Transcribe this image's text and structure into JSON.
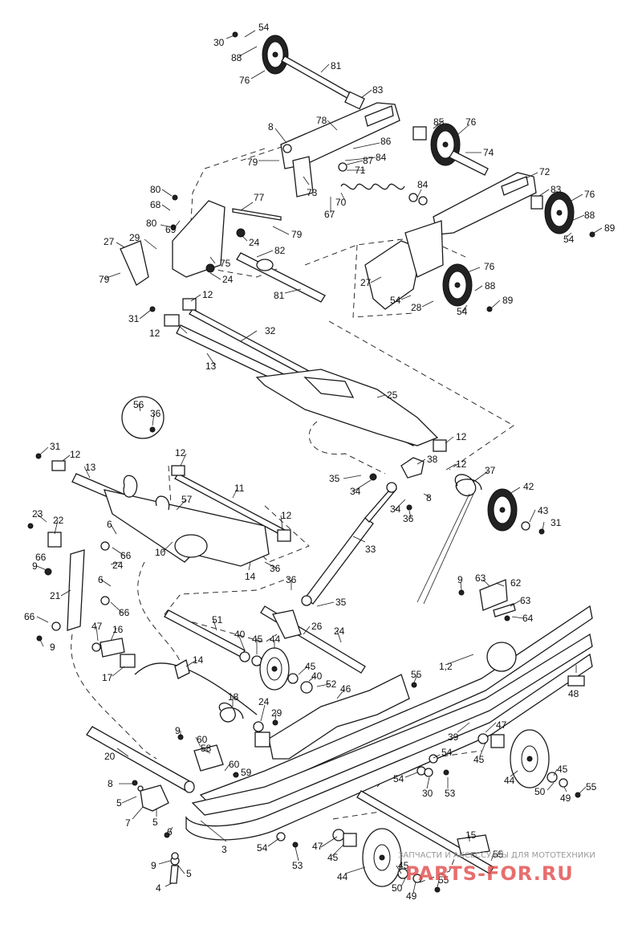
{
  "diagram": {
    "callouts": {
      "c30a": "30",
      "c54a": "54",
      "c88a": "88",
      "c76a": "76",
      "c81a": "81",
      "c83a": "83",
      "c8a": "8",
      "c78": "78",
      "c85": "85",
      "c76b": "76",
      "c86": "86",
      "c84a": "84",
      "c79a": "79",
      "c87": "87",
      "c71": "71",
      "c74": "74",
      "c73": "73",
      "c72": "72",
      "c83b": "83",
      "c76c": "76",
      "c80a": "80",
      "c68": "68",
      "c77": "77",
      "c67": "67",
      "c70": "70",
      "c84b": "84",
      "c69": "69",
      "c80b": "80",
      "c79b": "79",
      "c88b": "88",
      "c89a": "89",
      "c54b": "54",
      "c27a": "27",
      "c29a": "29",
      "c24a": "24",
      "c82": "82",
      "c75": "75",
      "c79c": "79",
      "c24b": "24",
      "c81b": "81",
      "c27b": "27",
      "c76d": "76",
      "c88c": "88",
      "c54c": "54",
      "c28": "28",
      "c89b": "89",
      "c54d": "54",
      "c12a": "12",
      "c31a": "31",
      "c12b": "12",
      "c32": "32",
      "c13a": "13",
      "c25": "25",
      "c56": "56",
      "c36a": "36",
      "c12c": "12",
      "c31b": "31",
      "c12d": "12",
      "c13b": "13",
      "c12e": "12",
      "c11": "11",
      "c38": "38",
      "c12f": "12",
      "c37": "37",
      "c35a": "35",
      "c34a": "34",
      "c8b": "8",
      "c42": "42",
      "c34b": "34",
      "c36b": "36",
      "c57": "57",
      "c12g": "12",
      "c43": "43",
      "c31c": "31",
      "c23": "23",
      "c22": "22",
      "c6a": "6",
      "c66a": "66",
      "c66b": "66",
      "c24c": "24",
      "c9a": "9",
      "c10": "10",
      "c14a": "14",
      "c36c": "36",
      "c33": "33",
      "c6b": "6",
      "c21": "21",
      "c66c": "66",
      "c36d": "36",
      "c9b": "9",
      "c63a": "63",
      "c62": "62",
      "c35b": "35",
      "c63b": "63",
      "c64": "64",
      "c66d": "66",
      "c51": "51",
      "c9c": "9",
      "c26": "26",
      "c24d": "24",
      "c12h": "1,2",
      "c47a": "47",
      "c16": "16",
      "c40a": "40",
      "c45a": "45",
      "c44a": "44",
      "c48": "48",
      "c14b": "14",
      "c17": "17",
      "c45b": "45",
      "c40b": "40",
      "c52": "52",
      "c55a": "55",
      "c46": "46",
      "c18": "18",
      "c24e": "24",
      "c29b": "29",
      "c39": "39",
      "c47b": "47",
      "c9d": "9",
      "c60a": "60",
      "c58": "58",
      "c45c": "45",
      "c20": "20",
      "c60b": "60",
      "c59": "59",
      "c54e": "54",
      "c44b": "44",
      "c45d": "45",
      "c8c": "8",
      "c54f": "54",
      "c30b": "30",
      "c53a": "53",
      "c50a": "50",
      "c49a": "49",
      "c55b": "55",
      "c5a": "5",
      "c7": "7",
      "c5b": "5",
      "c6c": "6",
      "c3": "3",
      "c15": "15",
      "c54g": "54",
      "c53b": "53",
      "c47c": "47",
      "c45e": "45",
      "c55c": "55",
      "c44c": "44",
      "c45f": "45",
      "c9e": "9",
      "c5c": "5",
      "c50b": "50",
      "c49b": "49",
      "c55d": "55",
      "c4": "4"
    }
  },
  "watermark": {
    "line1": "ЗАПЧАСТИ И АКСЕССУАРЫ ДЛЯ МОТОТЕХНИКИ",
    "line2": "PARTS-FOR.RU"
  }
}
